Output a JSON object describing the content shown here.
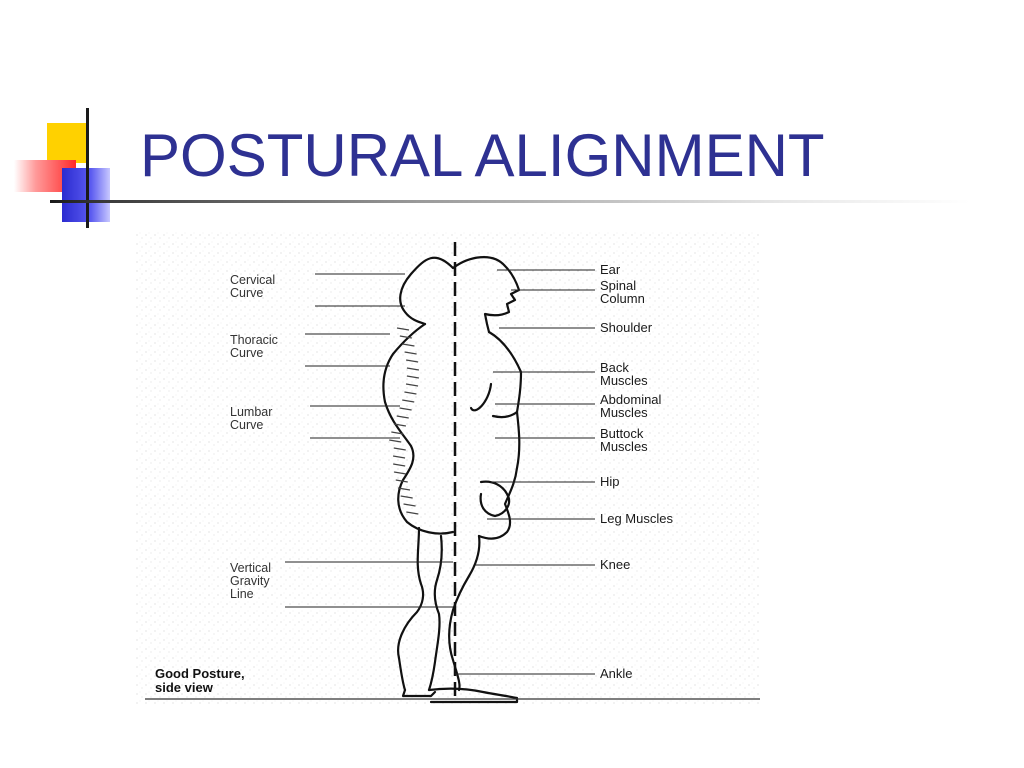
{
  "slide": {
    "title": "POSTURAL ALIGNMENT"
  },
  "diagram": {
    "right_labels": [
      {
        "id": "ear",
        "lines": [
          "Ear"
        ]
      },
      {
        "id": "spinal-column",
        "lines": [
          "Spinal",
          "Column"
        ]
      },
      {
        "id": "shoulder",
        "lines": [
          "Shoulder"
        ]
      },
      {
        "id": "back-muscles",
        "lines": [
          "Back",
          "Muscles"
        ]
      },
      {
        "id": "abdominal-muscles",
        "lines": [
          "Abdominal",
          "Muscles"
        ]
      },
      {
        "id": "buttock-muscles",
        "lines": [
          "Buttock",
          "Muscles"
        ]
      },
      {
        "id": "hip",
        "lines": [
          "Hip"
        ]
      },
      {
        "id": "leg-muscles",
        "lines": [
          "Leg Muscles"
        ]
      },
      {
        "id": "knee",
        "lines": [
          "Knee"
        ]
      },
      {
        "id": "ankle",
        "lines": [
          "Ankle"
        ]
      }
    ],
    "left_labels": [
      {
        "id": "cervical-curve",
        "lines": [
          "Cervical",
          "Curve"
        ]
      },
      {
        "id": "thoracic-curve",
        "lines": [
          "Thoracic",
          "Curve"
        ]
      },
      {
        "id": "lumbar-curve",
        "lines": [
          "Lumbar",
          "Curve"
        ]
      },
      {
        "id": "vertical-gravity-line",
        "lines": [
          "Vertical",
          "Gravity",
          "Line"
        ]
      }
    ],
    "caption": [
      "Good Posture,",
      "side view"
    ]
  },
  "colors": {
    "title": "#2e3192",
    "accent_yellow": "#ffd100",
    "accent_red": "#ff2a2a",
    "accent_blue": "#2b2bd0"
  }
}
